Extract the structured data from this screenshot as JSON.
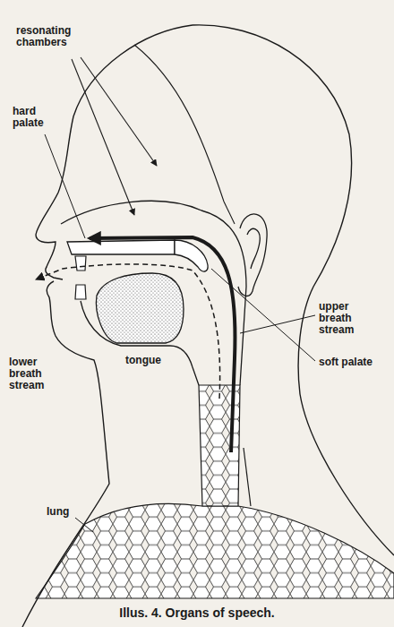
{
  "diagram": {
    "caption": "Illus. 4. Organs of speech.",
    "labels": [
      "resonating chambers",
      "hard palate",
      "lower breath stream",
      "tongue",
      "upper breath stream",
      "soft palate",
      "lung"
    ]
  }
}
